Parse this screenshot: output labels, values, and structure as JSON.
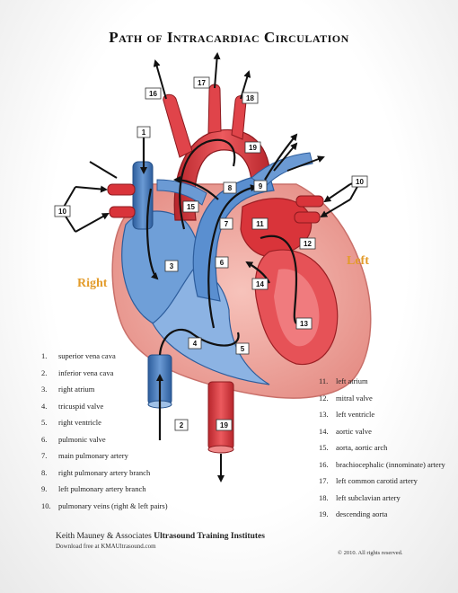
{
  "title": "Path of Intracardiac Circulation",
  "side_labels": {
    "right": "Right",
    "left": "Left"
  },
  "markers": {
    "m1": "1",
    "m2": "2",
    "m3": "3",
    "m4": "4",
    "m5": "5",
    "m6": "6",
    "m7": "7",
    "m8": "8",
    "m9": "9",
    "m10a": "10",
    "m10b": "10",
    "m11": "11",
    "m12": "12",
    "m13": "13",
    "m14": "14",
    "m15": "15",
    "m16": "16",
    "m17": "17",
    "m18": "18",
    "m19a": "19",
    "m19b": "19"
  },
  "legend_left": [
    {
      "num": "1.",
      "label": "superior vena cava"
    },
    {
      "num": "2.",
      "label": "inferior vena cava"
    },
    {
      "num": "3.",
      "label": "right atrium"
    },
    {
      "num": "4.",
      "label": "tricuspid valve"
    },
    {
      "num": "5.",
      "label": "right ventricle"
    },
    {
      "num": "6.",
      "label": "pulmonic valve"
    },
    {
      "num": "7.",
      "label": "main pulmonary artery"
    },
    {
      "num": "8.",
      "label": "right pulmonary artery branch"
    },
    {
      "num": "9.",
      "label": "left pulmonary artery branch"
    },
    {
      "num": "10.",
      "label": "pulmonary veins (right & left pairs)"
    }
  ],
  "legend_right": [
    {
      "num": "11.",
      "label": "left atrium"
    },
    {
      "num": "12.",
      "label": "mitral valve"
    },
    {
      "num": "13.",
      "label": "left ventricle"
    },
    {
      "num": "14.",
      "label": "aortic valve"
    },
    {
      "num": "15.",
      "label": "aorta, aortic arch"
    },
    {
      "num": "16.",
      "label": "brachiocephalic (innominate) artery"
    },
    {
      "num": "17.",
      "label": "left common carotid artery"
    },
    {
      "num": "18.",
      "label": "left subclavian artery"
    },
    {
      "num": "19.",
      "label": "descending aorta"
    }
  ],
  "footer": {
    "brand_plain": "Keith Mauney & Associates",
    "brand_bold": "Ultrasound Training Institutes",
    "download": "Download free at KMAUltrasound.com",
    "copyright": "© 2010. All rights reserved."
  },
  "colors": {
    "artery_red": "#d9343a",
    "artery_light": "#f08a8a",
    "vein_blue": "#3f74b8",
    "vein_light": "#9fc0e6",
    "heart_pink": "#f2a9a2",
    "side_label_orange": "#e39b2a"
  }
}
